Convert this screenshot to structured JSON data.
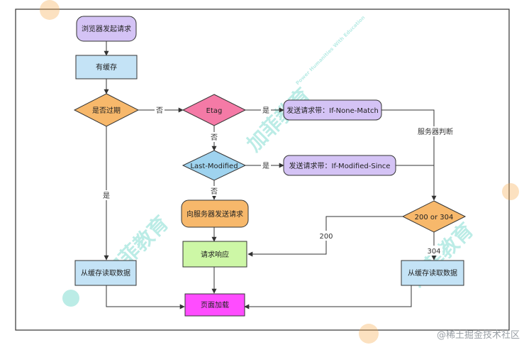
{
  "diagram": {
    "nodes": {
      "browser_request": "浏览器发起请求",
      "has_cache": "有缓存",
      "expired": "是否过期",
      "etag": "Etag",
      "last_modified": "Last-Modified",
      "send_if_none_match": "发送请求带：If-None-Match",
      "send_if_modified_since": "发送请求带：If-Modified-Since",
      "request_server": "向服务器发送请求",
      "response": "请求响应",
      "read_cache_left": "从缓存读取数据",
      "read_cache_right": "从缓存读取数据",
      "status_check": "200 or 304",
      "page_load": "页面加载"
    },
    "edge_labels": {
      "expired_no": "否",
      "expired_yes": "是",
      "etag_yes": "是",
      "etag_no": "否",
      "lm_yes": "是",
      "lm_no": "否",
      "server_judge": "服务器判断",
      "code_200": "200",
      "code_304": "304"
    }
  },
  "watermark": {
    "brand": "加菲教育",
    "tagline": "Power Humanities With Education"
  },
  "footer": {
    "text": "@稀土掘金技术社区"
  },
  "colors": {
    "purple": "#d4c3f5",
    "blue": "#c4e3f6",
    "orange": "#f7b86b",
    "pink": "#f47aa6",
    "green": "#cdf7a6",
    "magenta": "#ff4cff",
    "watermark": "#3ec8b7"
  }
}
